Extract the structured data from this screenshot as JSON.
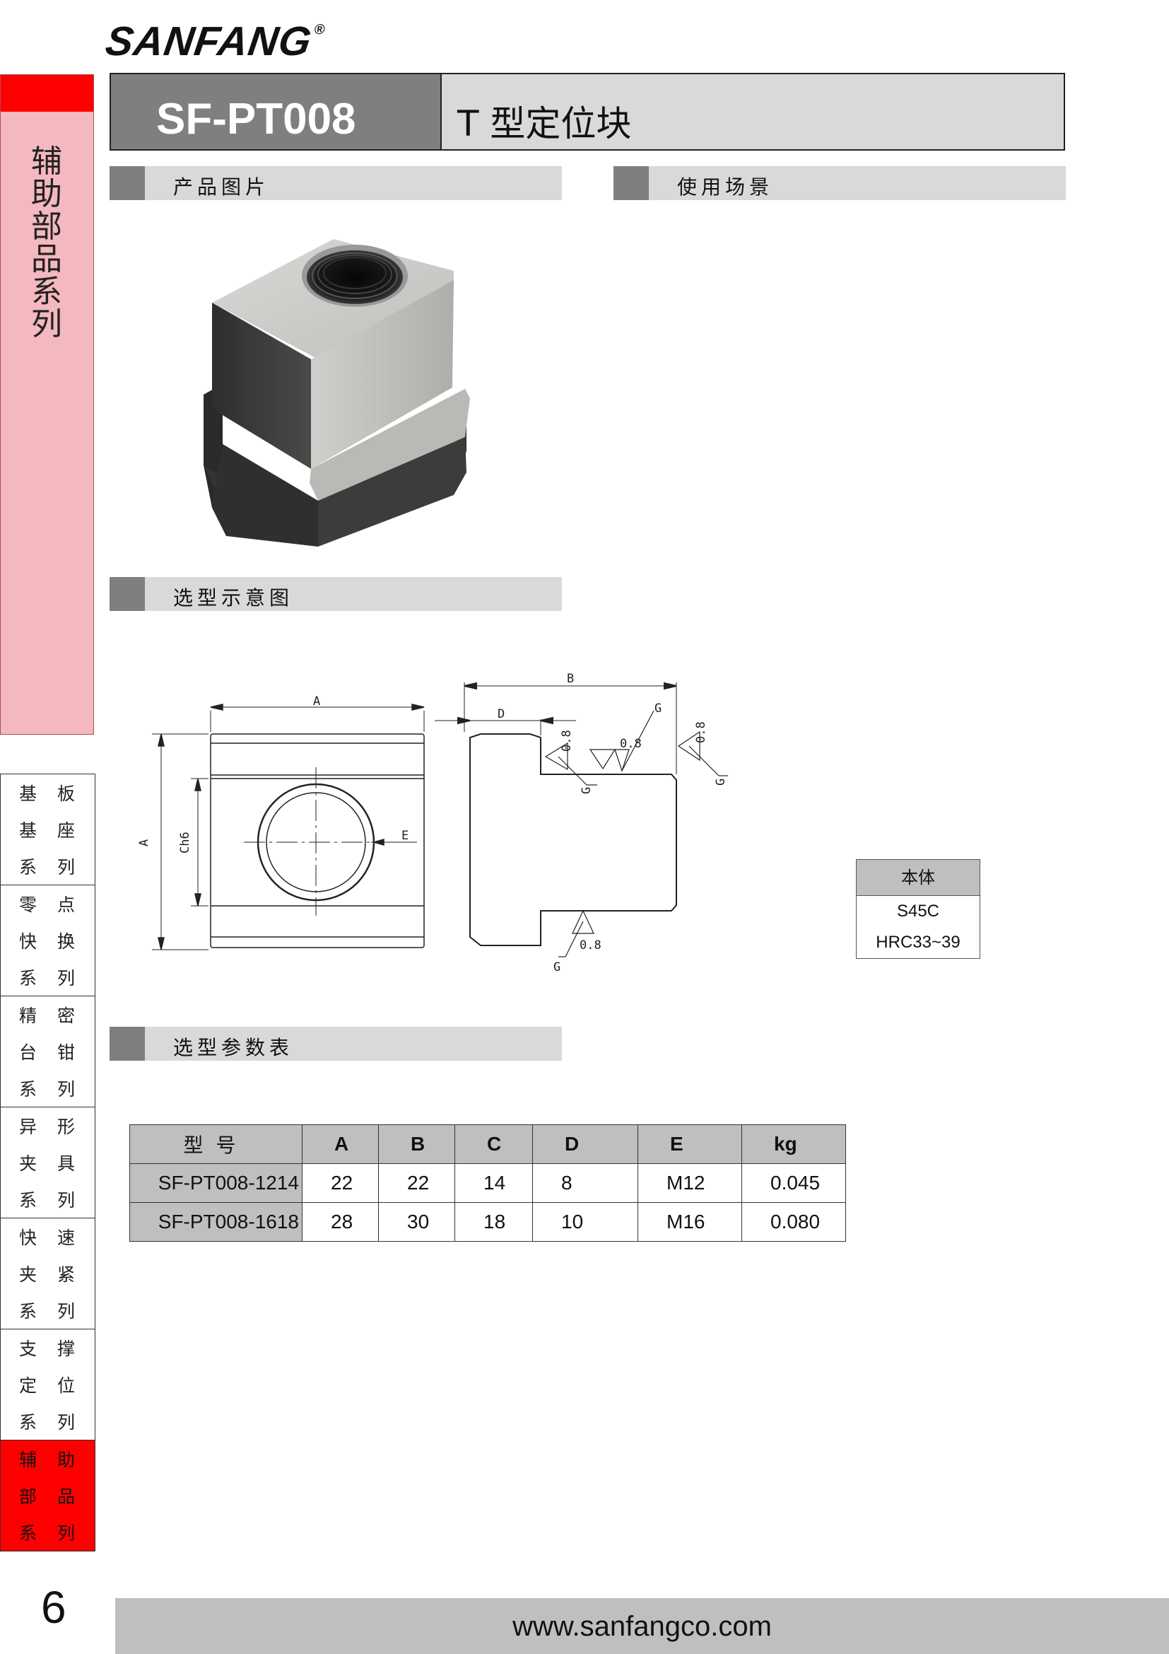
{
  "logo": {
    "text": "SANFANG",
    "reg": "®"
  },
  "header": {
    "code": "SF-PT008",
    "name": "T 型定位块"
  },
  "sections": {
    "product_image": "产品图片",
    "usage_scene": "使用场景",
    "selection_diagram": "选型示意图",
    "param_table": "选型参数表"
  },
  "sidebar": {
    "title": "辅助部品系列",
    "menu": [
      {
        "rows": [
          [
            "基",
            "板"
          ],
          [
            "基",
            "座"
          ],
          [
            "系",
            "列"
          ]
        ],
        "active": false
      },
      {
        "rows": [
          [
            "零",
            "点"
          ],
          [
            "快",
            "换"
          ],
          [
            "系",
            "列"
          ]
        ],
        "active": false
      },
      {
        "rows": [
          [
            "精",
            "密"
          ],
          [
            "台",
            "钳"
          ],
          [
            "系",
            "列"
          ]
        ],
        "active": false
      },
      {
        "rows": [
          [
            "异",
            "形"
          ],
          [
            "夹",
            "具"
          ],
          [
            "系",
            "列"
          ]
        ],
        "active": false
      },
      {
        "rows": [
          [
            "快",
            "速"
          ],
          [
            "夹",
            "紧"
          ],
          [
            "系",
            "列"
          ]
        ],
        "active": false
      },
      {
        "rows": [
          [
            "支",
            "撑"
          ],
          [
            "定",
            "位"
          ],
          [
            "系",
            "列"
          ]
        ],
        "active": false
      },
      {
        "rows": [
          [
            "辅",
            "助"
          ],
          [
            "部",
            "品"
          ],
          [
            "系",
            "列"
          ]
        ],
        "active": true
      }
    ]
  },
  "drawing_labels": {
    "A_top": "A",
    "A_side": "A",
    "C": "Ch6",
    "E": "E",
    "B": "B",
    "D": "D",
    "G": "G",
    "roughness": "0.8"
  },
  "material": {
    "header": "本体",
    "rows": [
      "S45C",
      "HRC33~39"
    ]
  },
  "params": {
    "headers": [
      "型号",
      "A",
      "B",
      "C",
      "D",
      "E",
      "kg"
    ],
    "rows": [
      [
        "SF-PT008-1214",
        "22",
        "22",
        "14",
        "8",
        "M12",
        "0.045"
      ],
      [
        "SF-PT008-1618",
        "28",
        "30",
        "18",
        "10",
        "M16",
        "0.080"
      ]
    ]
  },
  "footer": {
    "page": "6",
    "url": "www.sanfangco.com"
  },
  "colors": {
    "accent_red": "#ff0000",
    "sidebar_pink": "#f4b8bf",
    "gray_dark": "#7f7f7f",
    "gray_light": "#d9d9d9"
  }
}
